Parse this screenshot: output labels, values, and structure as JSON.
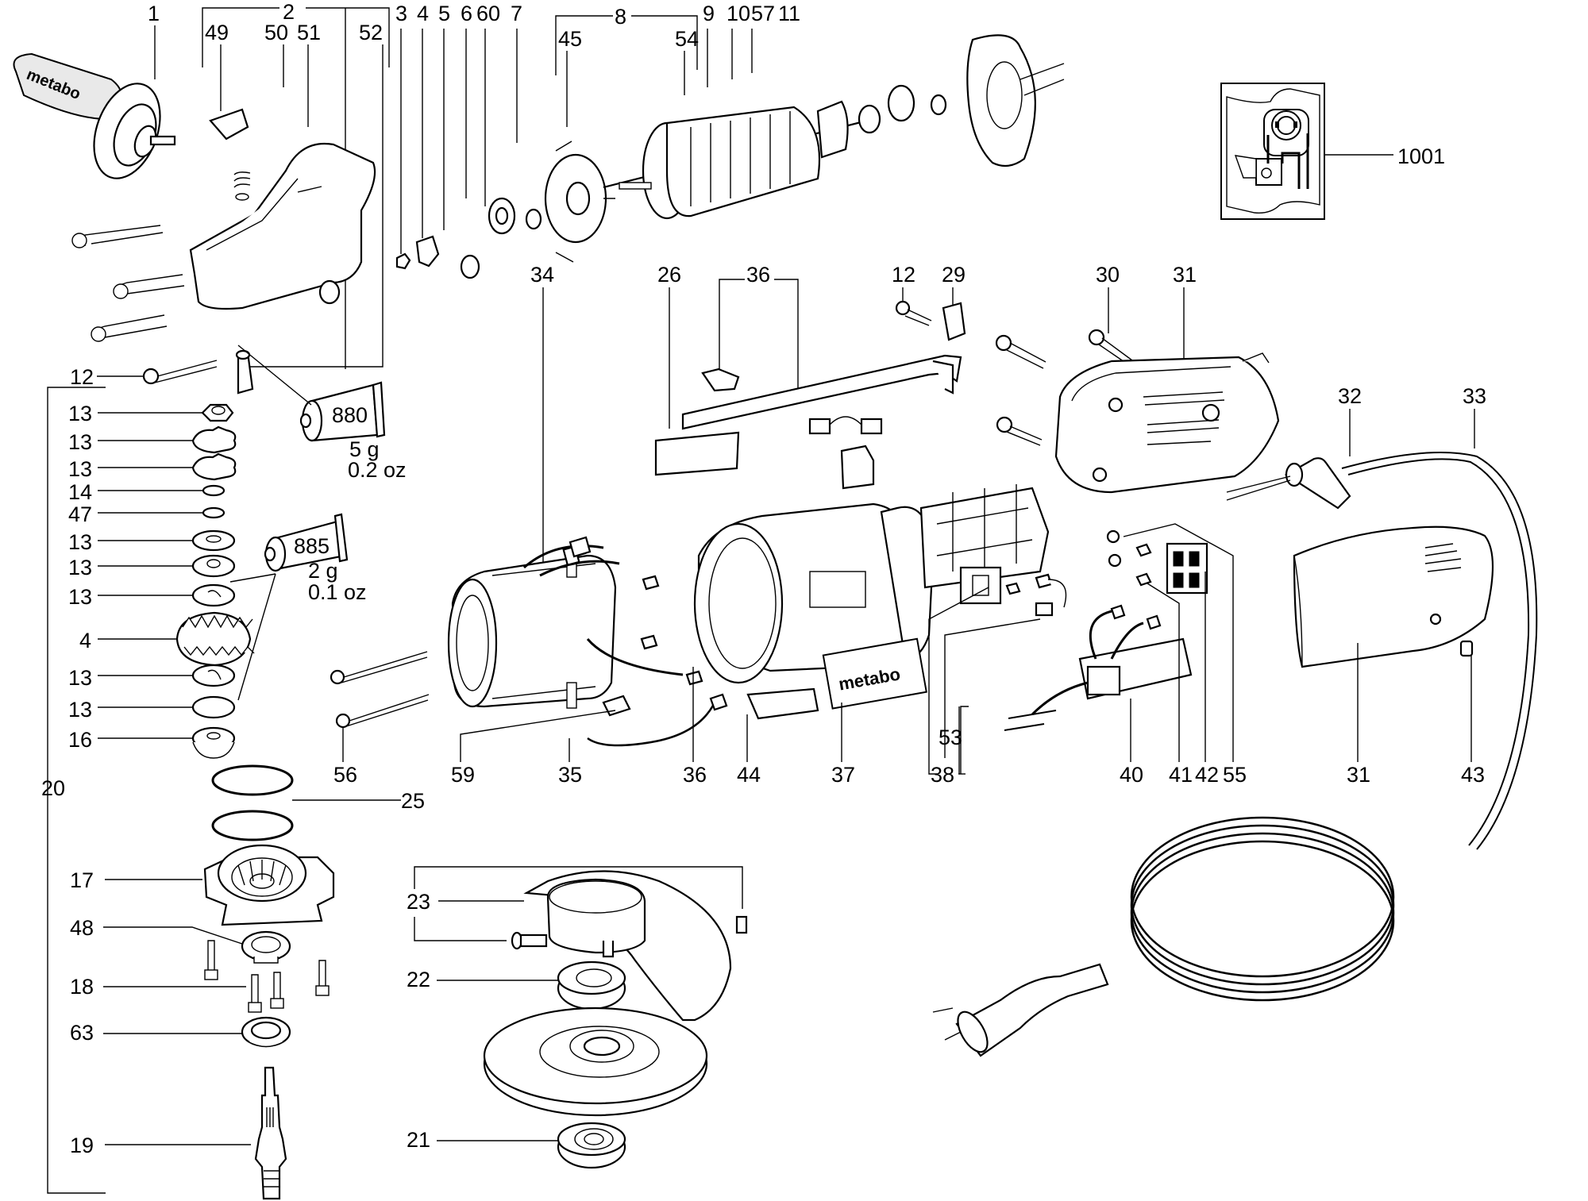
{
  "title": "Angle grinder exploded parts diagram",
  "brand_text": "metabo",
  "callouts": {
    "c1": "1",
    "c2": "2",
    "c49": "49",
    "c50": "50",
    "c51": "51",
    "c52": "52",
    "c3": "3",
    "c4": "4",
    "c5": "5",
    "c6": "6",
    "c60": "60",
    "c7": "7",
    "c8": "8",
    "c45": "45",
    "c54": "54",
    "c9": "9",
    "c10": "10",
    "c57": "57",
    "c11": "11",
    "c1001": "1001",
    "c34": "34",
    "c26": "26",
    "c36a": "36",
    "c12a": "12",
    "c29": "29",
    "c30": "30",
    "c31a": "31",
    "c32": "32",
    "c33": "33",
    "c12b": "12",
    "c20": "20",
    "c25": "25",
    "c56": "56",
    "c59": "59",
    "c35": "35",
    "c36b": "36",
    "c44": "44",
    "c37": "37",
    "c53": "53",
    "c38": "38",
    "c40": "40",
    "c41": "41",
    "c42": "42",
    "c55": "55",
    "c31b": "31",
    "c43": "43",
    "c23": "23",
    "c22": "22",
    "c21": "21",
    "c17": "17",
    "c48": "48",
    "c18": "18",
    "c63": "63",
    "c19": "19"
  },
  "stack_labels": [
    "13",
    "13",
    "13",
    "14",
    "47",
    "13",
    "13",
    "13",
    "4",
    "13",
    "13",
    "16"
  ],
  "grease": [
    {
      "code": "880",
      "weight": "5 g",
      "imperial": "0.2 oz"
    },
    {
      "code": "885",
      "weight": "2 g",
      "imperial": "0.1 oz"
    }
  ]
}
